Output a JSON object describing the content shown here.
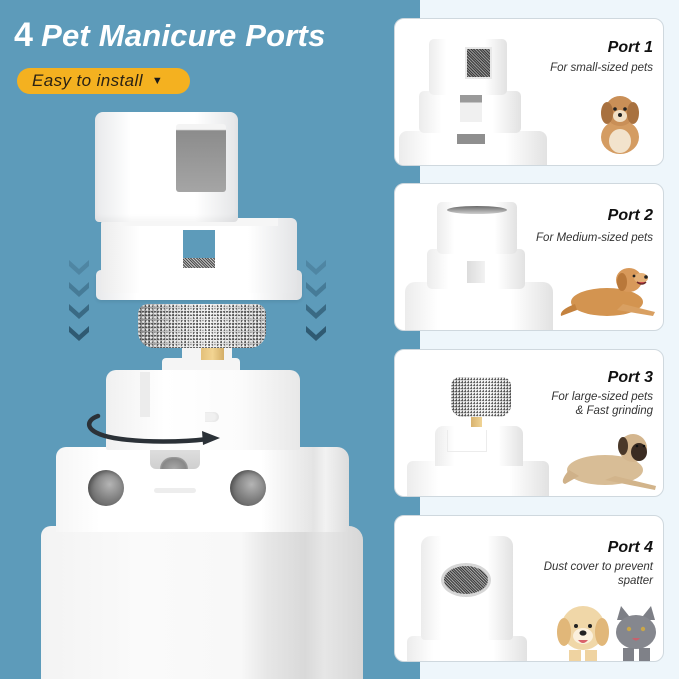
{
  "header": {
    "count": "4",
    "title": "Pet Manicure Ports",
    "badge_label": "Easy to install",
    "badge_caret": "▼"
  },
  "colors": {
    "background_blue": "#5d9bba",
    "panel_light": "#eef6fb",
    "badge_orange": "#f4b120",
    "chevron_dark": "#2f5a72",
    "arrow_dark": "#2b3137"
  },
  "device": {
    "label": "Nail grinder with 4-port cap",
    "indicators": [
      "down-chevrons-left",
      "down-chevrons-right",
      "rotate-arrow"
    ]
  },
  "ports": [
    {
      "title": "Port 1",
      "description": "For small-sized pets",
      "pet": "small fluffy puppy"
    },
    {
      "title": "Port 2",
      "description": "For Medium-sized pets",
      "pet": "golden retriever lying down"
    },
    {
      "title": "Port 3",
      "description": "For large-sized pets\n& Fast grinding",
      "pet": "large mastiff lying down"
    },
    {
      "title": "Port 4",
      "description": "Dust cover to prevent\nspatter",
      "pet": "golden puppy and grey cat"
    }
  ]
}
